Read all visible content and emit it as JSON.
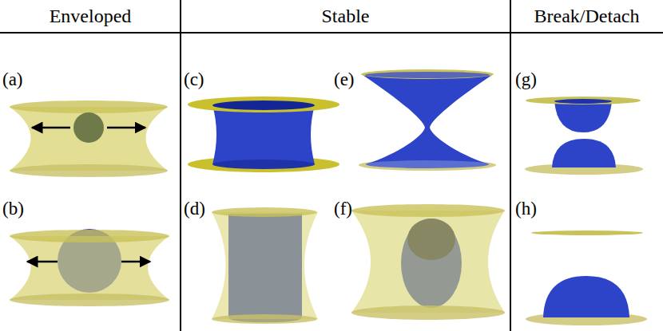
{
  "diagram": {
    "labels": [
      "Enveloped",
      "Stable",
      "Break/Detach",
      "(a)",
      "(c)",
      "(e)",
      "(g)",
      "(b)",
      "(d)",
      "(f)",
      "(h)"
    ]
  }
}
